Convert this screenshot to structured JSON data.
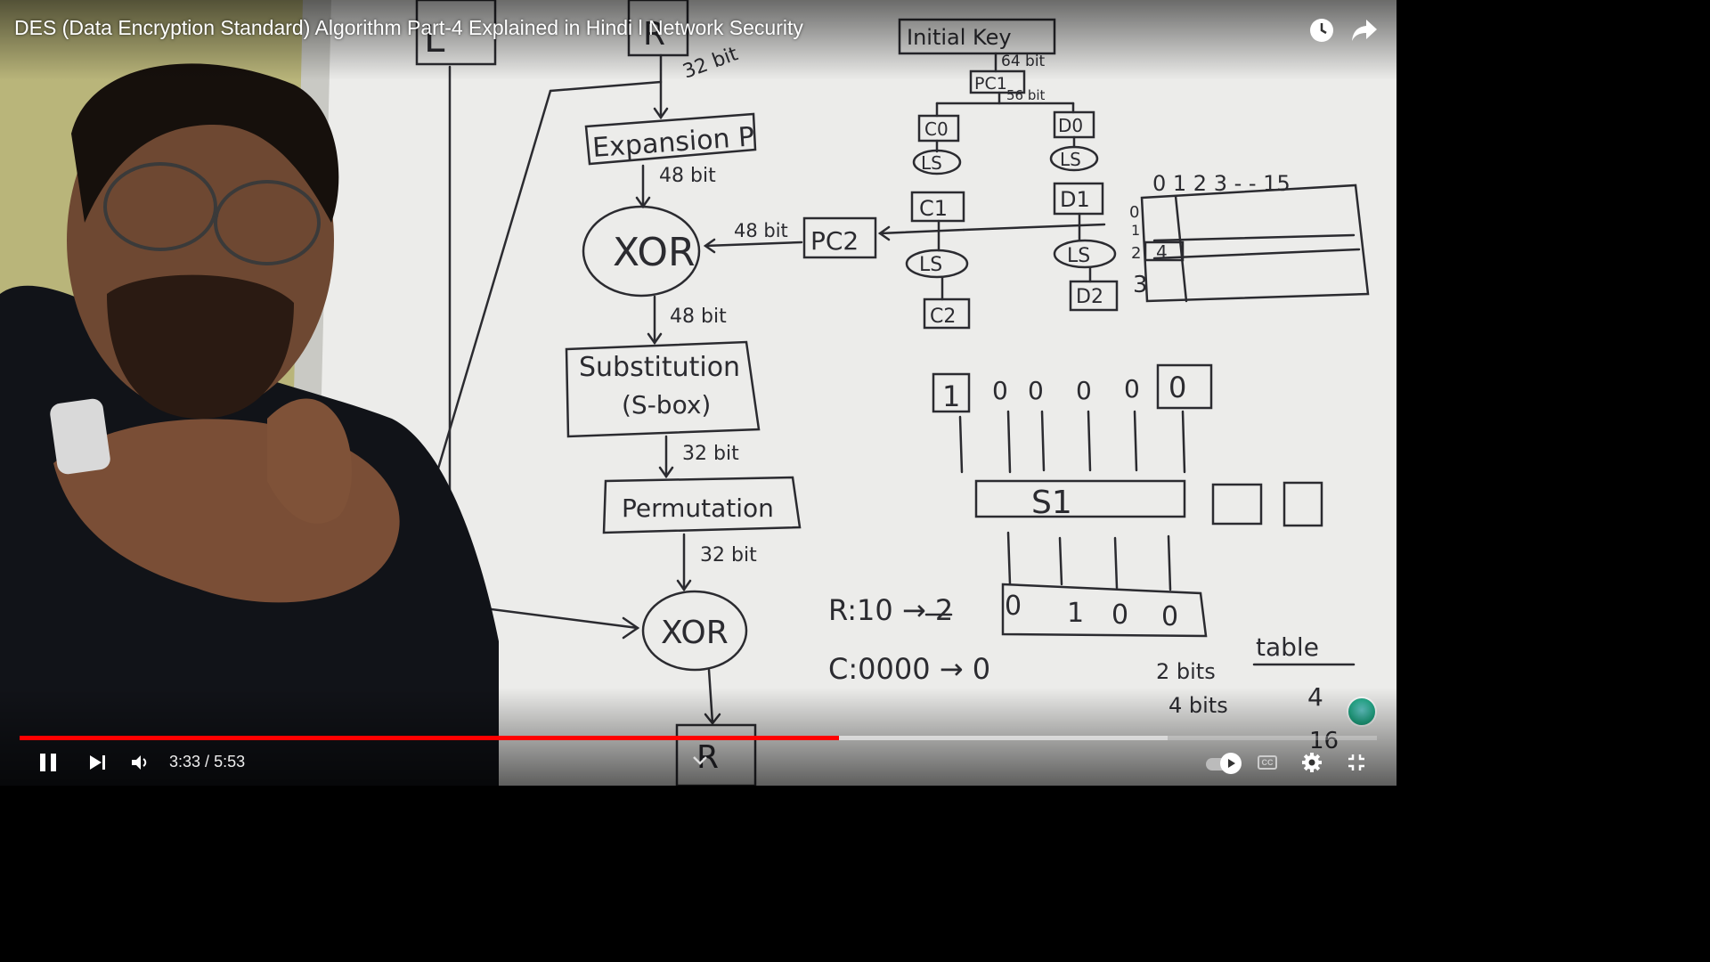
{
  "video": {
    "title": "DES (Data Encryption Standard) Algorithm Part-4 Explained in Hindi l Network Security",
    "current_time": "3:33",
    "duration": "5:53",
    "time_separator": " / ",
    "progress_fraction": 0.604,
    "buffered_fraction": 0.846
  },
  "controls": {
    "play_pause_icon": "pause-icon",
    "next_icon": "skip-next-icon",
    "volume_icon": "volume-icon",
    "autoplay_icon": "autoplay-toggle-icon",
    "captions_label": "CC",
    "settings_icon": "gear-icon",
    "fullscreen_icon": "exit-fullscreen-icon",
    "watch_later_icon": "clock-icon",
    "share_icon": "share-arrow-icon",
    "expand_icon": "chevron-down-icon"
  },
  "whiteboard": {
    "left_column": {
      "top_left_box": "L",
      "top_right_box": "R",
      "bits_32_top": "32 bit",
      "expansion": "Expansion P",
      "bits_48_a": "48 bit",
      "xor_1": "XOR",
      "bits_48_b": "48 bit",
      "substitution_line1": "Substitution",
      "substitution_line2": "(S-box)",
      "bits_32_a": "32 bit",
      "permutation": "Permutation",
      "bits_32_b": "32 bit",
      "xor_2": "XOR",
      "bottom_box": "R"
    },
    "key_schedule": {
      "initial_key": "Initial Key",
      "bits_64": "64 bit",
      "pc1": "PC1",
      "bits_56": "56 bit",
      "c0": "C0",
      "d0": "D0",
      "ls": "LS",
      "c1": "C1",
      "d1": "D1",
      "c2": "C2",
      "d2": "D2",
      "pc2": "PC2",
      "bits_48_pc2": "48 bit"
    },
    "sbox_table": {
      "col_header": "0 1 2 3 - - 15",
      "row_labels": [
        "0",
        "1",
        "2",
        "3"
      ],
      "highlight_value": "4"
    },
    "sbox_example": {
      "input_bits": [
        "1",
        "0",
        "0",
        "0",
        "0",
        "0"
      ],
      "sbox_label": "S1",
      "output_bits": [
        "0",
        "1",
        "0",
        "0"
      ],
      "row_note": "R:10 → 2",
      "col_note": "C:0000 → 0",
      "bits_2": "2 bits",
      "bits_4": "4 bits",
      "table_note": "table",
      "num_4": "4",
      "num_16": "16"
    }
  },
  "colors": {
    "progress_played": "#ff0000",
    "whiteboard": "#ececea",
    "marker": "#2b2b30"
  }
}
